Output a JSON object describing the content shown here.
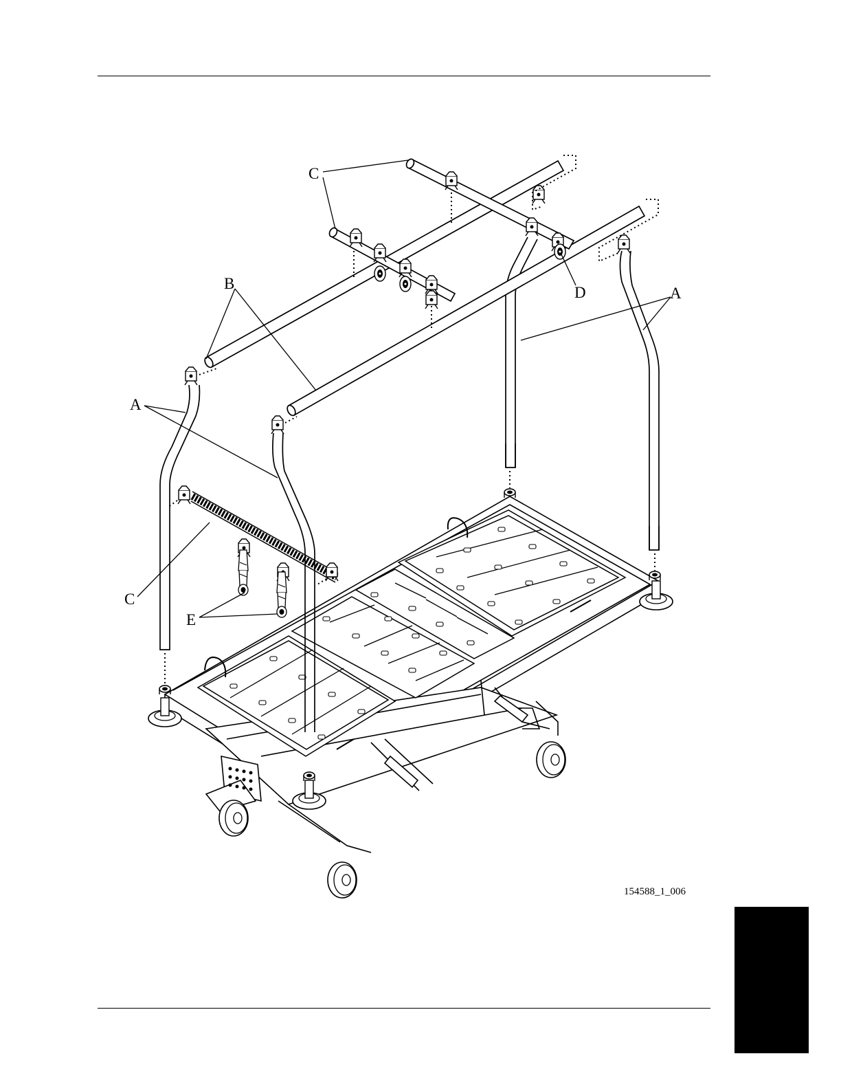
{
  "figure": {
    "id_label": "154588_1_006",
    "callouts": {
      "A": "A",
      "B": "B",
      "C": "C",
      "D": "D",
      "E": "E"
    }
  },
  "colors": {
    "ink": "#000000",
    "paper": "#ffffff",
    "tab": "#000000"
  }
}
